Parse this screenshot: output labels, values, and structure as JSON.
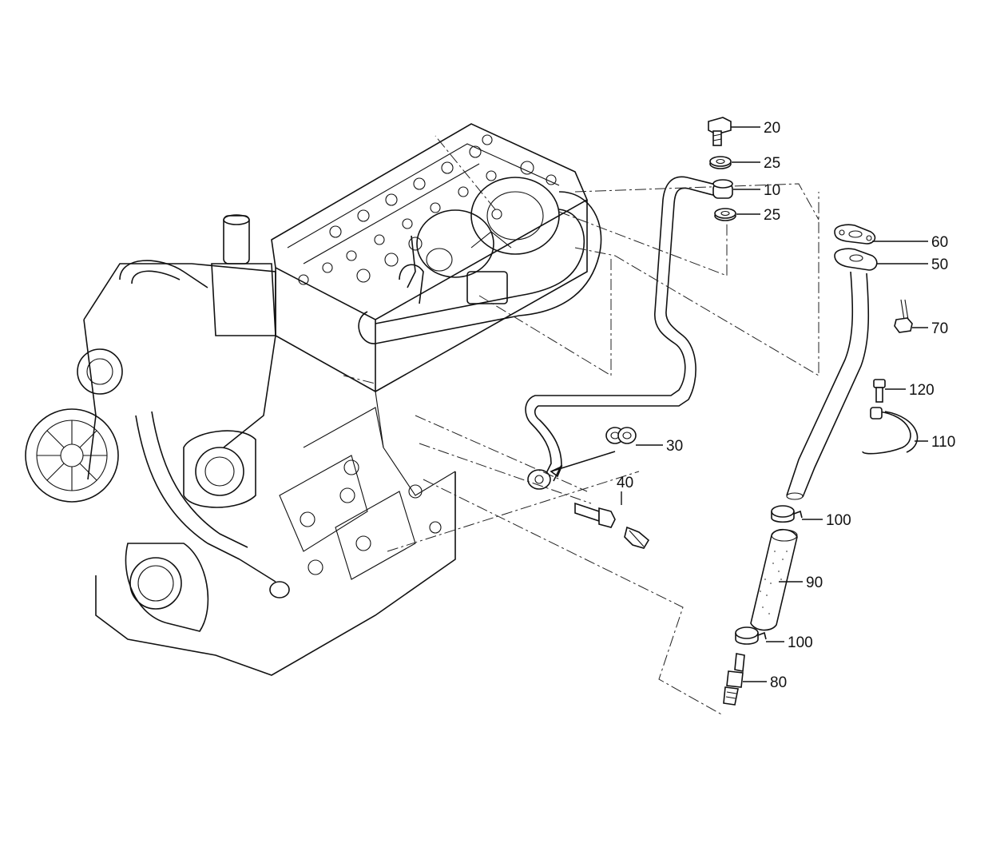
{
  "callouts": [
    {
      "id": "20",
      "label": "20"
    },
    {
      "id": "25a",
      "label": "25"
    },
    {
      "id": "10",
      "label": "10"
    },
    {
      "id": "25b",
      "label": "25"
    },
    {
      "id": "60",
      "label": "60"
    },
    {
      "id": "50",
      "label": "50"
    },
    {
      "id": "70",
      "label": "70"
    },
    {
      "id": "120",
      "label": "120"
    },
    {
      "id": "110",
      "label": "110"
    },
    {
      "id": "30",
      "label": "30"
    },
    {
      "id": "40",
      "label": "40"
    },
    {
      "id": "100a",
      "label": "100"
    },
    {
      "id": "90",
      "label": "90"
    },
    {
      "id": "100b",
      "label": "100"
    },
    {
      "id": "80",
      "label": "80"
    }
  ]
}
